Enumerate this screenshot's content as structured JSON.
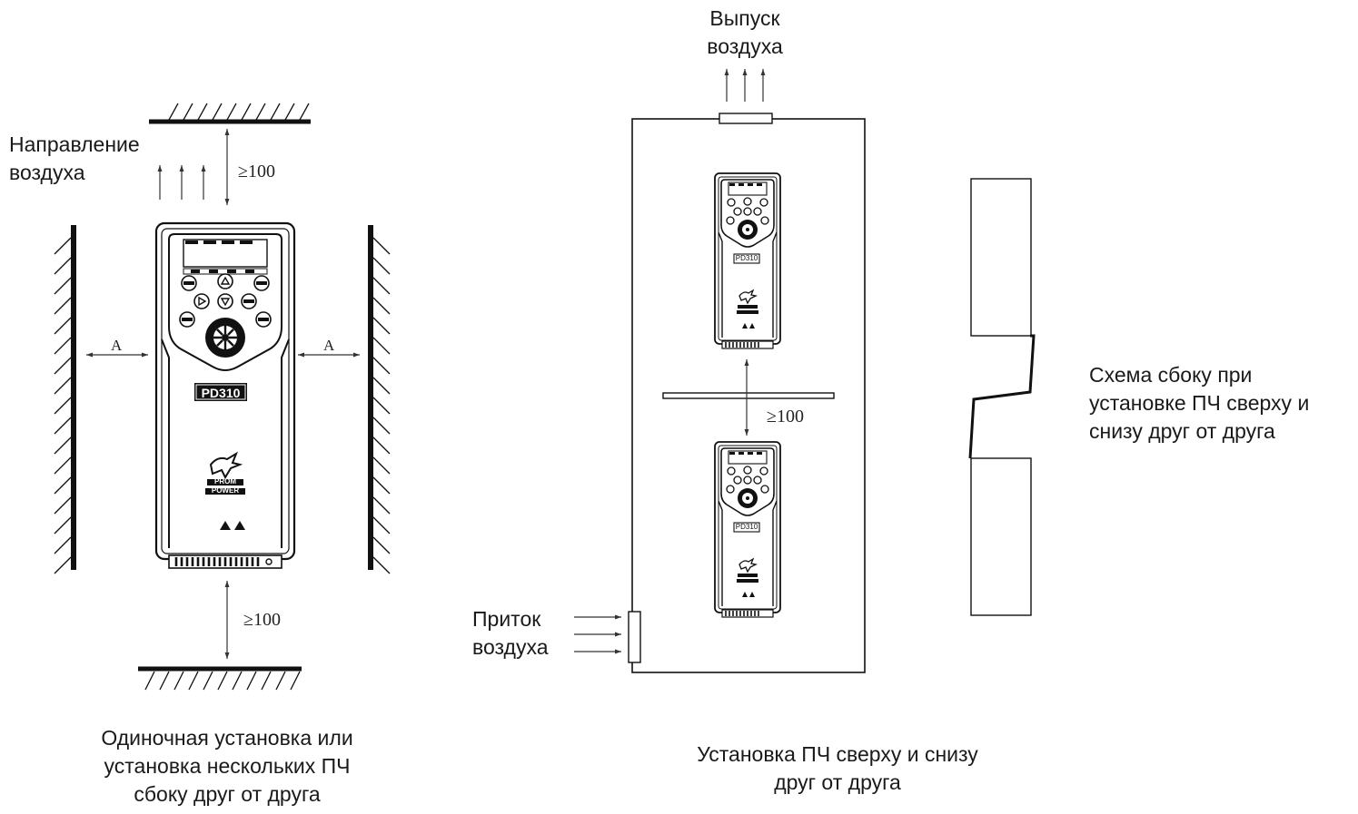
{
  "labels": {
    "air_direction_1": "Направление",
    "air_direction_2": "воздуха",
    "air_outlet_1": "Выпуск",
    "air_outlet_2": "воздуха",
    "air_inlet_1": "Приток",
    "air_inlet_2": "воздуха",
    "side_view_1": "Схема сбоку при",
    "side_view_2": "установке ПЧ сверху и",
    "side_view_3": "снизу друг от друга",
    "caption_left_1": "Одиночная установка или",
    "caption_left_2": "установка нескольких ПЧ",
    "caption_left_3": "сбоку друг от друга",
    "caption_right_1": "Установка ПЧ сверху и снизу",
    "caption_right_2": "друг от друга"
  },
  "dimensions": {
    "clearance_top": "≥100",
    "clearance_bottom": "≥100",
    "clearance_between": "≥100",
    "side_left": "A",
    "side_right": "A"
  },
  "device": {
    "model": "PD310",
    "brand_1": "PROM",
    "brand_2": "POWER"
  }
}
